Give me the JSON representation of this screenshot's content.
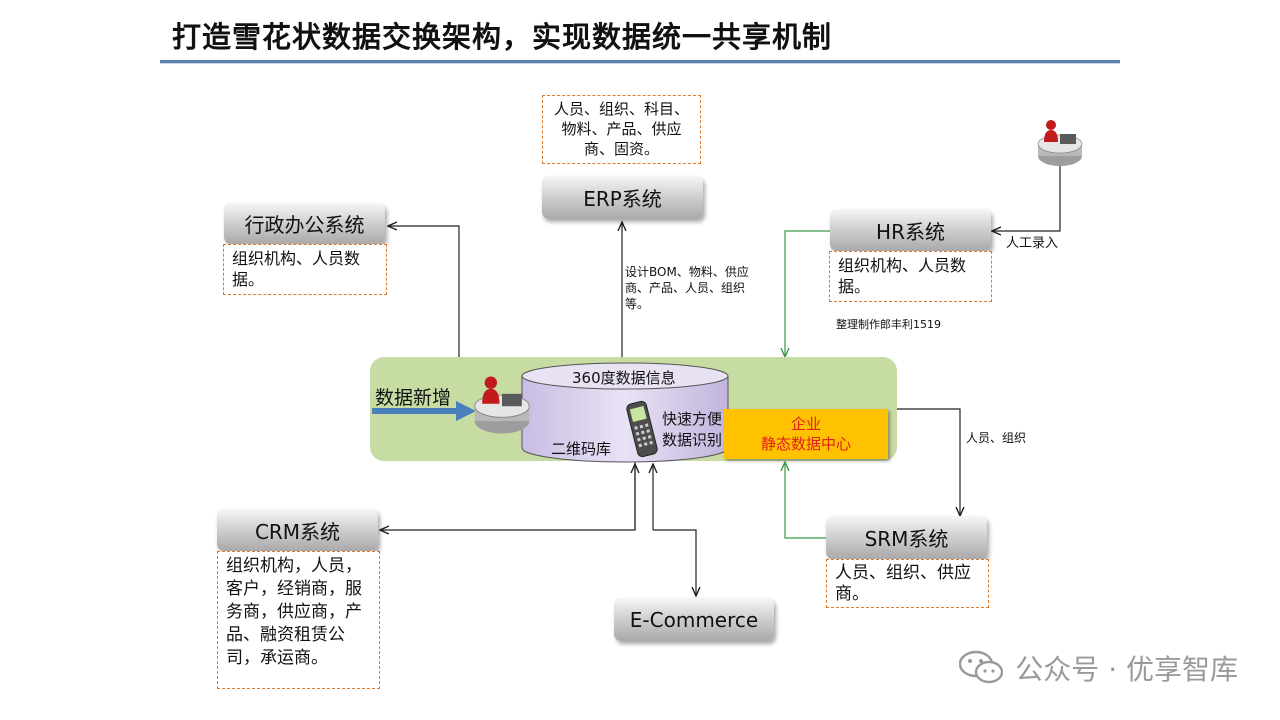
{
  "title": "打造雪花状数据交换架构，实现数据统一共享机制",
  "systems": {
    "erp": "ERP系统",
    "admin": "行政办公系统",
    "hr": "HR系统",
    "crm": "CRM系统",
    "srm": "SRM系统",
    "ecommerce": "E-Commerce"
  },
  "notes": {
    "erp": "人员、组织、科目、物料、产品、供应商、固资。",
    "admin": "组织机构、人员数据。",
    "hr": "组织机构、人员数据。",
    "crm": "组织机构，人员，客户，经销商，服务商，供应商，产品、融资租赁公司，承运商。",
    "srm": "人员、组织、供应商。"
  },
  "edge_labels": {
    "erp_flow": "设计BOM、物料、供应商、产品、人员、组织等。",
    "manual_entry": "人工录入",
    "srm_flow": "人员、组织",
    "credit": "整理制作郎丰利1519"
  },
  "hub": {
    "db_label": "360度数据信息",
    "new_data": "数据新增",
    "qr_library": "二维码库",
    "fast_recognition": "快速方便数据识别",
    "enterprise_line1": "企业",
    "enterprise_line2": "静态数据中心"
  },
  "watermark": "公众号 · 优享智库",
  "icons": [
    "operator-workstation-icon",
    "mobile-phone-icon",
    "wechat-icon"
  ]
}
